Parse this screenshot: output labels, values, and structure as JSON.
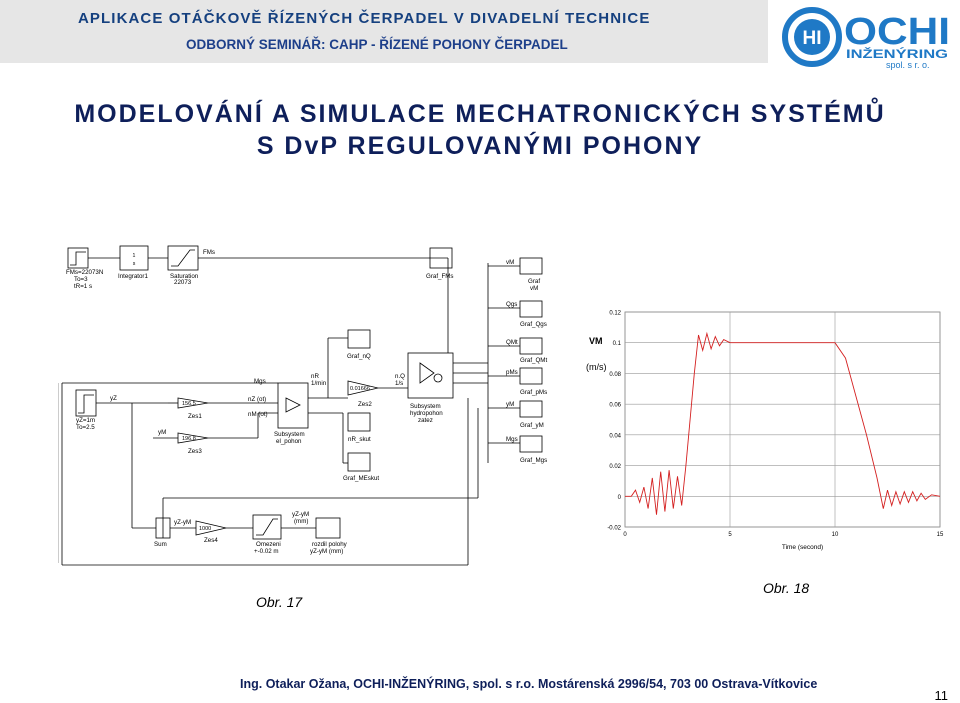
{
  "header": {
    "line1": "APLIKACE OTÁČKOVĚ ŘÍZENÝCH ČERPADEL V DIVADELNÍ TECHNICE",
    "line2": "ODBORNÝ SEMINÁŘ: CAHP - ŘÍZENÉ POHONY ČERPADEL"
  },
  "logo": {
    "name": "OCHI",
    "line1": "INŽENÝRING",
    "line2": "spol. s r. o.",
    "emblem": "HI",
    "colors": {
      "primary": "#1f79c6",
      "dark": "#0e3d8b"
    }
  },
  "title": {
    "line1": "MODELOVÁNÍ A SIMULACE MECHATRONICKÝCH SYSTÉMŮ",
    "line2": "S DvP REGULOVANÝMI POHONY"
  },
  "diagram": {
    "source_fm": [
      "FMs=22073N",
      "To=3",
      "tR=1 s"
    ],
    "source_yz": [
      "yZ=1m",
      "To=2.5"
    ],
    "integrator": "Integrator1",
    "integrator_glyph": [
      "1",
      "s"
    ],
    "saturation": [
      "Saturation",
      "22073"
    ],
    "signals": {
      "fms": "FMs",
      "yz": "yZ",
      "ym": "yM",
      "mgs": "Mgs",
      "nz": "nZ (ot)",
      "nm": "nM (ot)",
      "nr": "nR",
      "nr_unit": "1/min",
      "nq": "n.Q",
      "nq_unit": "1/s",
      "yzym": "yZ-yM",
      "vm": "vM",
      "qgs": "Qgs",
      "qmt": "QMt",
      "pms": "pMs",
      "ym_out": "yM",
      "mgs_out": "Mgs"
    },
    "gain1": "156.5",
    "gain1_label": "Zes1",
    "gain3": "196.8",
    "gain3_label": "Zes3",
    "gain2": "0.01666",
    "gain2_label": "Zes2",
    "gain4": "1000",
    "gain4_label": "Zes4",
    "subsystem_drive": [
      "Subsystem",
      "el_pohon"
    ],
    "subsystem_hydro": [
      "Subsystem",
      "hydropohon",
      "zatez"
    ],
    "scopes": {
      "fms": "Graf_FMs",
      "nq": "Graf_nQ",
      "nr": "nR_skut",
      "mskut": "Graf_MEskut",
      "vm": [
        "Graf",
        "vM"
      ],
      "qgs": "Graf_Qgs",
      "qmt": "Graf_QMt",
      "pms": "Graf_pMs",
      "ym": "Graf_yM",
      "mgs": "Graf_Mgs"
    },
    "sum": "Sum",
    "limit": [
      "Omezeni",
      "+-0.02 m"
    ],
    "diff_in": [
      "yZ-yM",
      "(mm)"
    ],
    "diff_out": [
      "rozdil polohy",
      "yZ-yM (mm)"
    ]
  },
  "chart_data": {
    "type": "line",
    "title": "",
    "ylabel": "VM",
    "yunit": "(m/s)",
    "xlabel": "Time (second)",
    "xlim": [
      0,
      15
    ],
    "ylim": [
      -0.02,
      0.12
    ],
    "xticks": [
      0,
      5,
      10,
      15
    ],
    "yticks": [
      -0.02,
      0,
      0.02,
      0.04,
      0.06,
      0.08,
      0.1,
      0.12
    ],
    "grid": true,
    "series": [
      {
        "x": [
          0,
          0.3,
          0.5,
          0.7,
          0.9,
          1.1,
          1.3,
          1.5,
          1.7,
          1.9,
          2.1,
          2.3,
          2.5,
          2.7,
          2.9,
          3.1,
          3.3,
          3.5,
          3.7,
          3.9,
          4.1,
          4.3,
          4.5,
          4.7,
          5.0,
          5.5,
          6.0,
          6.5,
          10.0,
          10.5,
          11.0,
          11.5,
          12.0,
          12.3,
          12.5,
          12.7,
          12.9,
          13.1,
          13.3,
          13.5,
          13.7,
          13.9,
          14.1,
          14.3,
          14.6,
          15.0
        ],
        "y": [
          0,
          0,
          0.004,
          -0.004,
          0.006,
          -0.008,
          0.012,
          -0.012,
          0.016,
          -0.01,
          0.017,
          -0.008,
          0.013,
          -0.006,
          0.02,
          0.05,
          0.08,
          0.105,
          0.095,
          0.106,
          0.096,
          0.104,
          0.098,
          0.102,
          0.1,
          0.1,
          0.1,
          0.1,
          0.1,
          0.09,
          0.065,
          0.04,
          0.012,
          -0.008,
          0.004,
          -0.006,
          0.003,
          -0.005,
          0.003,
          -0.004,
          0.003,
          -0.003,
          0.002,
          -0.002,
          0.001,
          0
        ]
      }
    ]
  },
  "captions": {
    "fig17": "Obr. 17",
    "fig18": "Obr. 18"
  },
  "footer": {
    "text": "Ing. Otakar Ožana, OCHI-INŽENÝRING, spol. s r.o. Mostárenská 2996/54, 703 00 Ostrava-Vítkovice"
  },
  "page_number": "11"
}
